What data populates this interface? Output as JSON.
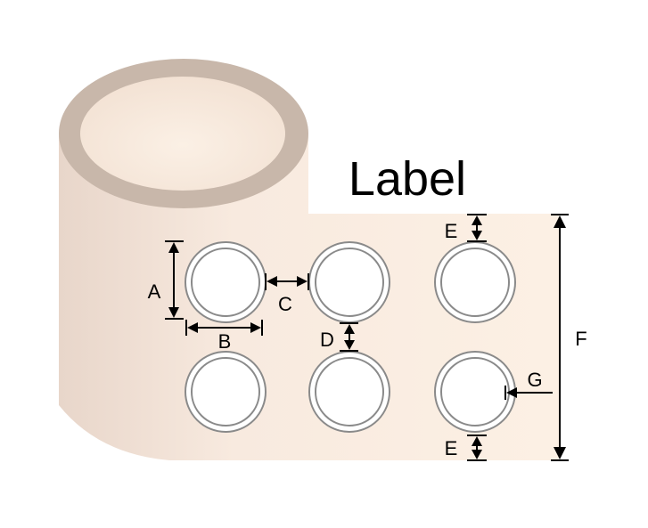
{
  "title": "Label",
  "dimensions": {
    "a": "A",
    "b": "B",
    "c": "C",
    "d": "D",
    "e_top": "E",
    "e_bottom": "E",
    "f": "F",
    "g": "G"
  },
  "colors": {
    "ring": "#c8b7aa",
    "core": "#f6e8da",
    "body_left": "#ead8cc",
    "body_right": "#fbefe2",
    "label_outline": "#8a8a8a"
  }
}
